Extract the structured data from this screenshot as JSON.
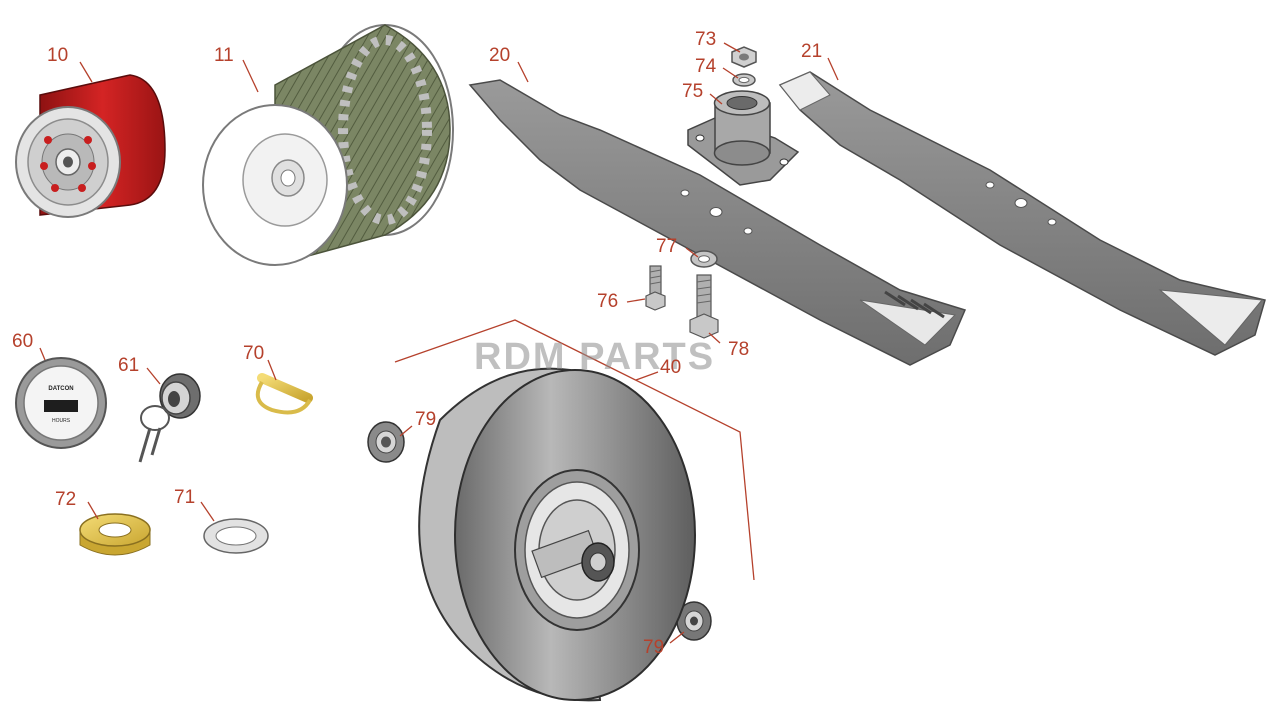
{
  "colors": {
    "callout_text": "#b5412c",
    "leader_line": "#b5412c",
    "part_gray": "#8a8a8a",
    "filter_red": "#c81e1e",
    "air_filter_green": "#6f7a5a",
    "bushing_yellow": "#e6c84a",
    "watermark": "#8c8c8c"
  },
  "watermark": {
    "text": "RDM PARTS"
  },
  "parts": [
    {
      "id": "10",
      "label": "10",
      "icon": "oil-filter-icon"
    },
    {
      "id": "11",
      "label": "11",
      "icon": "air-filter-icon"
    },
    {
      "id": "20",
      "label": "20",
      "icon": "mower-blade-icon"
    },
    {
      "id": "21",
      "label": "21",
      "icon": "mower-blade-icon"
    },
    {
      "id": "73",
      "label": "73",
      "icon": "nut-icon"
    },
    {
      "id": "74",
      "label": "74",
      "icon": "washer-icon"
    },
    {
      "id": "75",
      "label": "75",
      "icon": "blade-hub-icon"
    },
    {
      "id": "77",
      "label": "77",
      "icon": "washer-icon"
    },
    {
      "id": "76",
      "label": "76",
      "icon": "bolt-icon"
    },
    {
      "id": "78",
      "label": "78",
      "icon": "bolt-icon"
    },
    {
      "id": "60",
      "label": "60",
      "icon": "hour-meter-icon"
    },
    {
      "id": "61",
      "label": "61",
      "icon": "ignition-switch-icon"
    },
    {
      "id": "70",
      "label": "70",
      "icon": "lynch-pin-icon"
    },
    {
      "id": "40",
      "label": "40",
      "icon": "wheel-icon"
    },
    {
      "id": "79a",
      "label": "79",
      "icon": "bearing-icon"
    },
    {
      "id": "79b",
      "label": "79",
      "icon": "bearing-icon"
    },
    {
      "id": "72",
      "label": "72",
      "icon": "bushing-icon"
    },
    {
      "id": "71",
      "label": "71",
      "icon": "washer-icon"
    }
  ],
  "meter_text": {
    "brand": "DATCON",
    "unit": "HOURS"
  }
}
